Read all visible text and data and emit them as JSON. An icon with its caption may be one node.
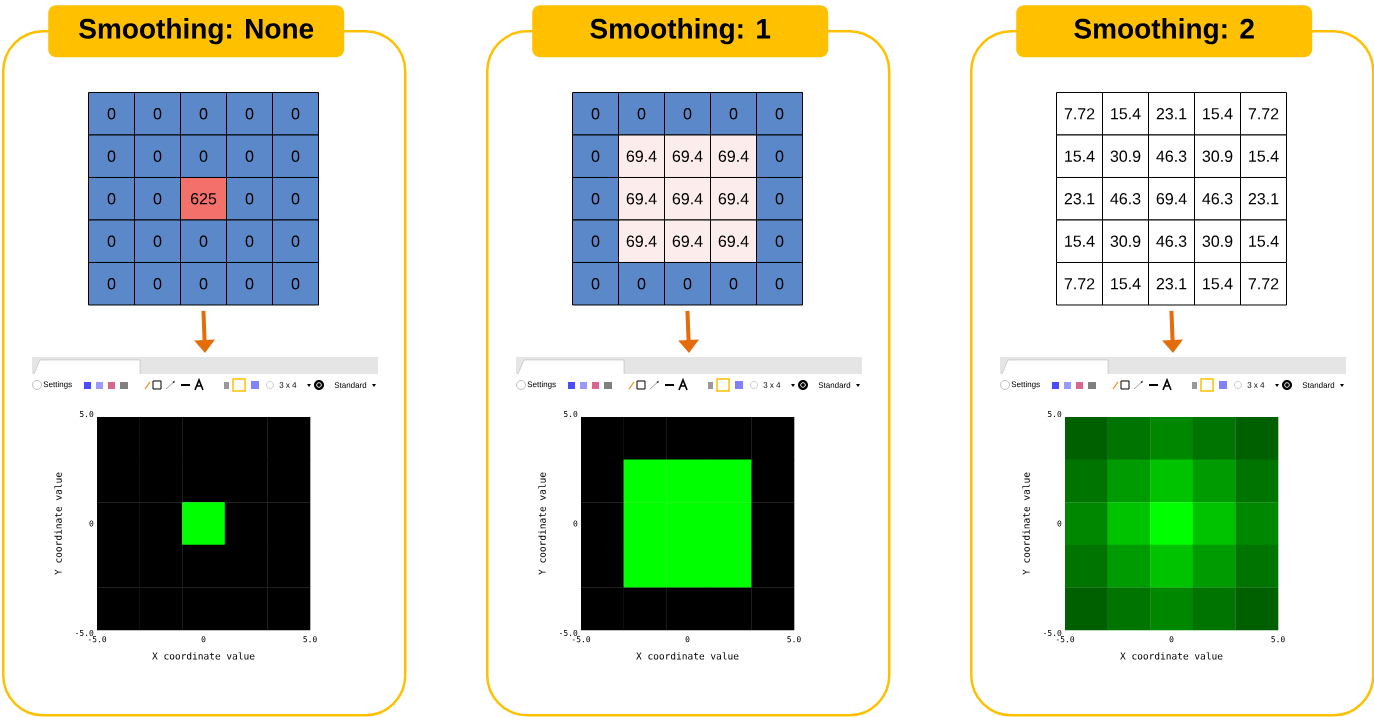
{
  "diagram": {
    "nodes": [
      {
        "text": [
          "Smoothing: None"
        ]
      },
      {
        "text": [
          "0",
          "0",
          "0",
          "0",
          "0",
          "0",
          "0",
          "0",
          "0",
          "0",
          "0",
          "0",
          "625",
          "0",
          "0",
          "0",
          "0",
          "0",
          "0",
          "0",
          "0",
          "0",
          "0",
          "0",
          "0"
        ],
        "in": 0
      },
      {
        "text": [
          "Settings",
          "3 x 4",
          "Standard",
          "5.0",
          "0",
          "-5.0",
          "-5.0",
          "0",
          "5.0",
          "X coordinate value",
          "Y coordinate value"
        ],
        "in": 0
      },
      {
        "text": [
          "Smoothing: 1"
        ]
      },
      {
        "text": [
          "0",
          "0",
          "0",
          "0",
          "0",
          "0",
          "69.4",
          "69.4",
          "69.4",
          "0",
          "0",
          "69.4",
          "69.4",
          "69.4",
          "0",
          "0",
          "69.4",
          "69.4",
          "69.4",
          "0",
          "0",
          "0",
          "0",
          "0",
          "0"
        ],
        "in": 3
      },
      {
        "text": [
          "Settings",
          "3 x 4",
          "Standard",
          "5.0",
          "0",
          "-5.0",
          "-5.0",
          "0",
          "5.0",
          "X coordinate value",
          "Y coordinate value"
        ],
        "in": 3
      },
      {
        "text": [
          "Smoothing: 2"
        ]
      },
      {
        "text": [
          "7.72",
          "15.4",
          "23.1",
          "15.4",
          "7.72",
          "15.4",
          "30.9",
          "46.3",
          "30.9",
          "15.4",
          "23.1",
          "46.3",
          "69.4",
          "46.3",
          "23.1",
          "15.4",
          "30.9",
          "46.3",
          "30.9",
          "15.4",
          "7.72",
          "15.4",
          "23.1",
          "15.4",
          "7.72"
        ],
        "in": 6
      },
      {
        "text": [
          "Settings",
          "3 x 4",
          "Standard",
          "5.0",
          "0",
          "-5.0",
          "-5.0",
          "0",
          "5.0",
          "X coordinate value",
          "Y coordinate value"
        ],
        "in": 6
      }
    ],
    "edges": [
      {
        "from": 1,
        "to": 2,
        "arrow": "to"
      },
      {
        "from": 4,
        "to": 5,
        "arrow": "to"
      },
      {
        "from": 7,
        "to": 8,
        "arrow": "to"
      }
    ]
  }
}
